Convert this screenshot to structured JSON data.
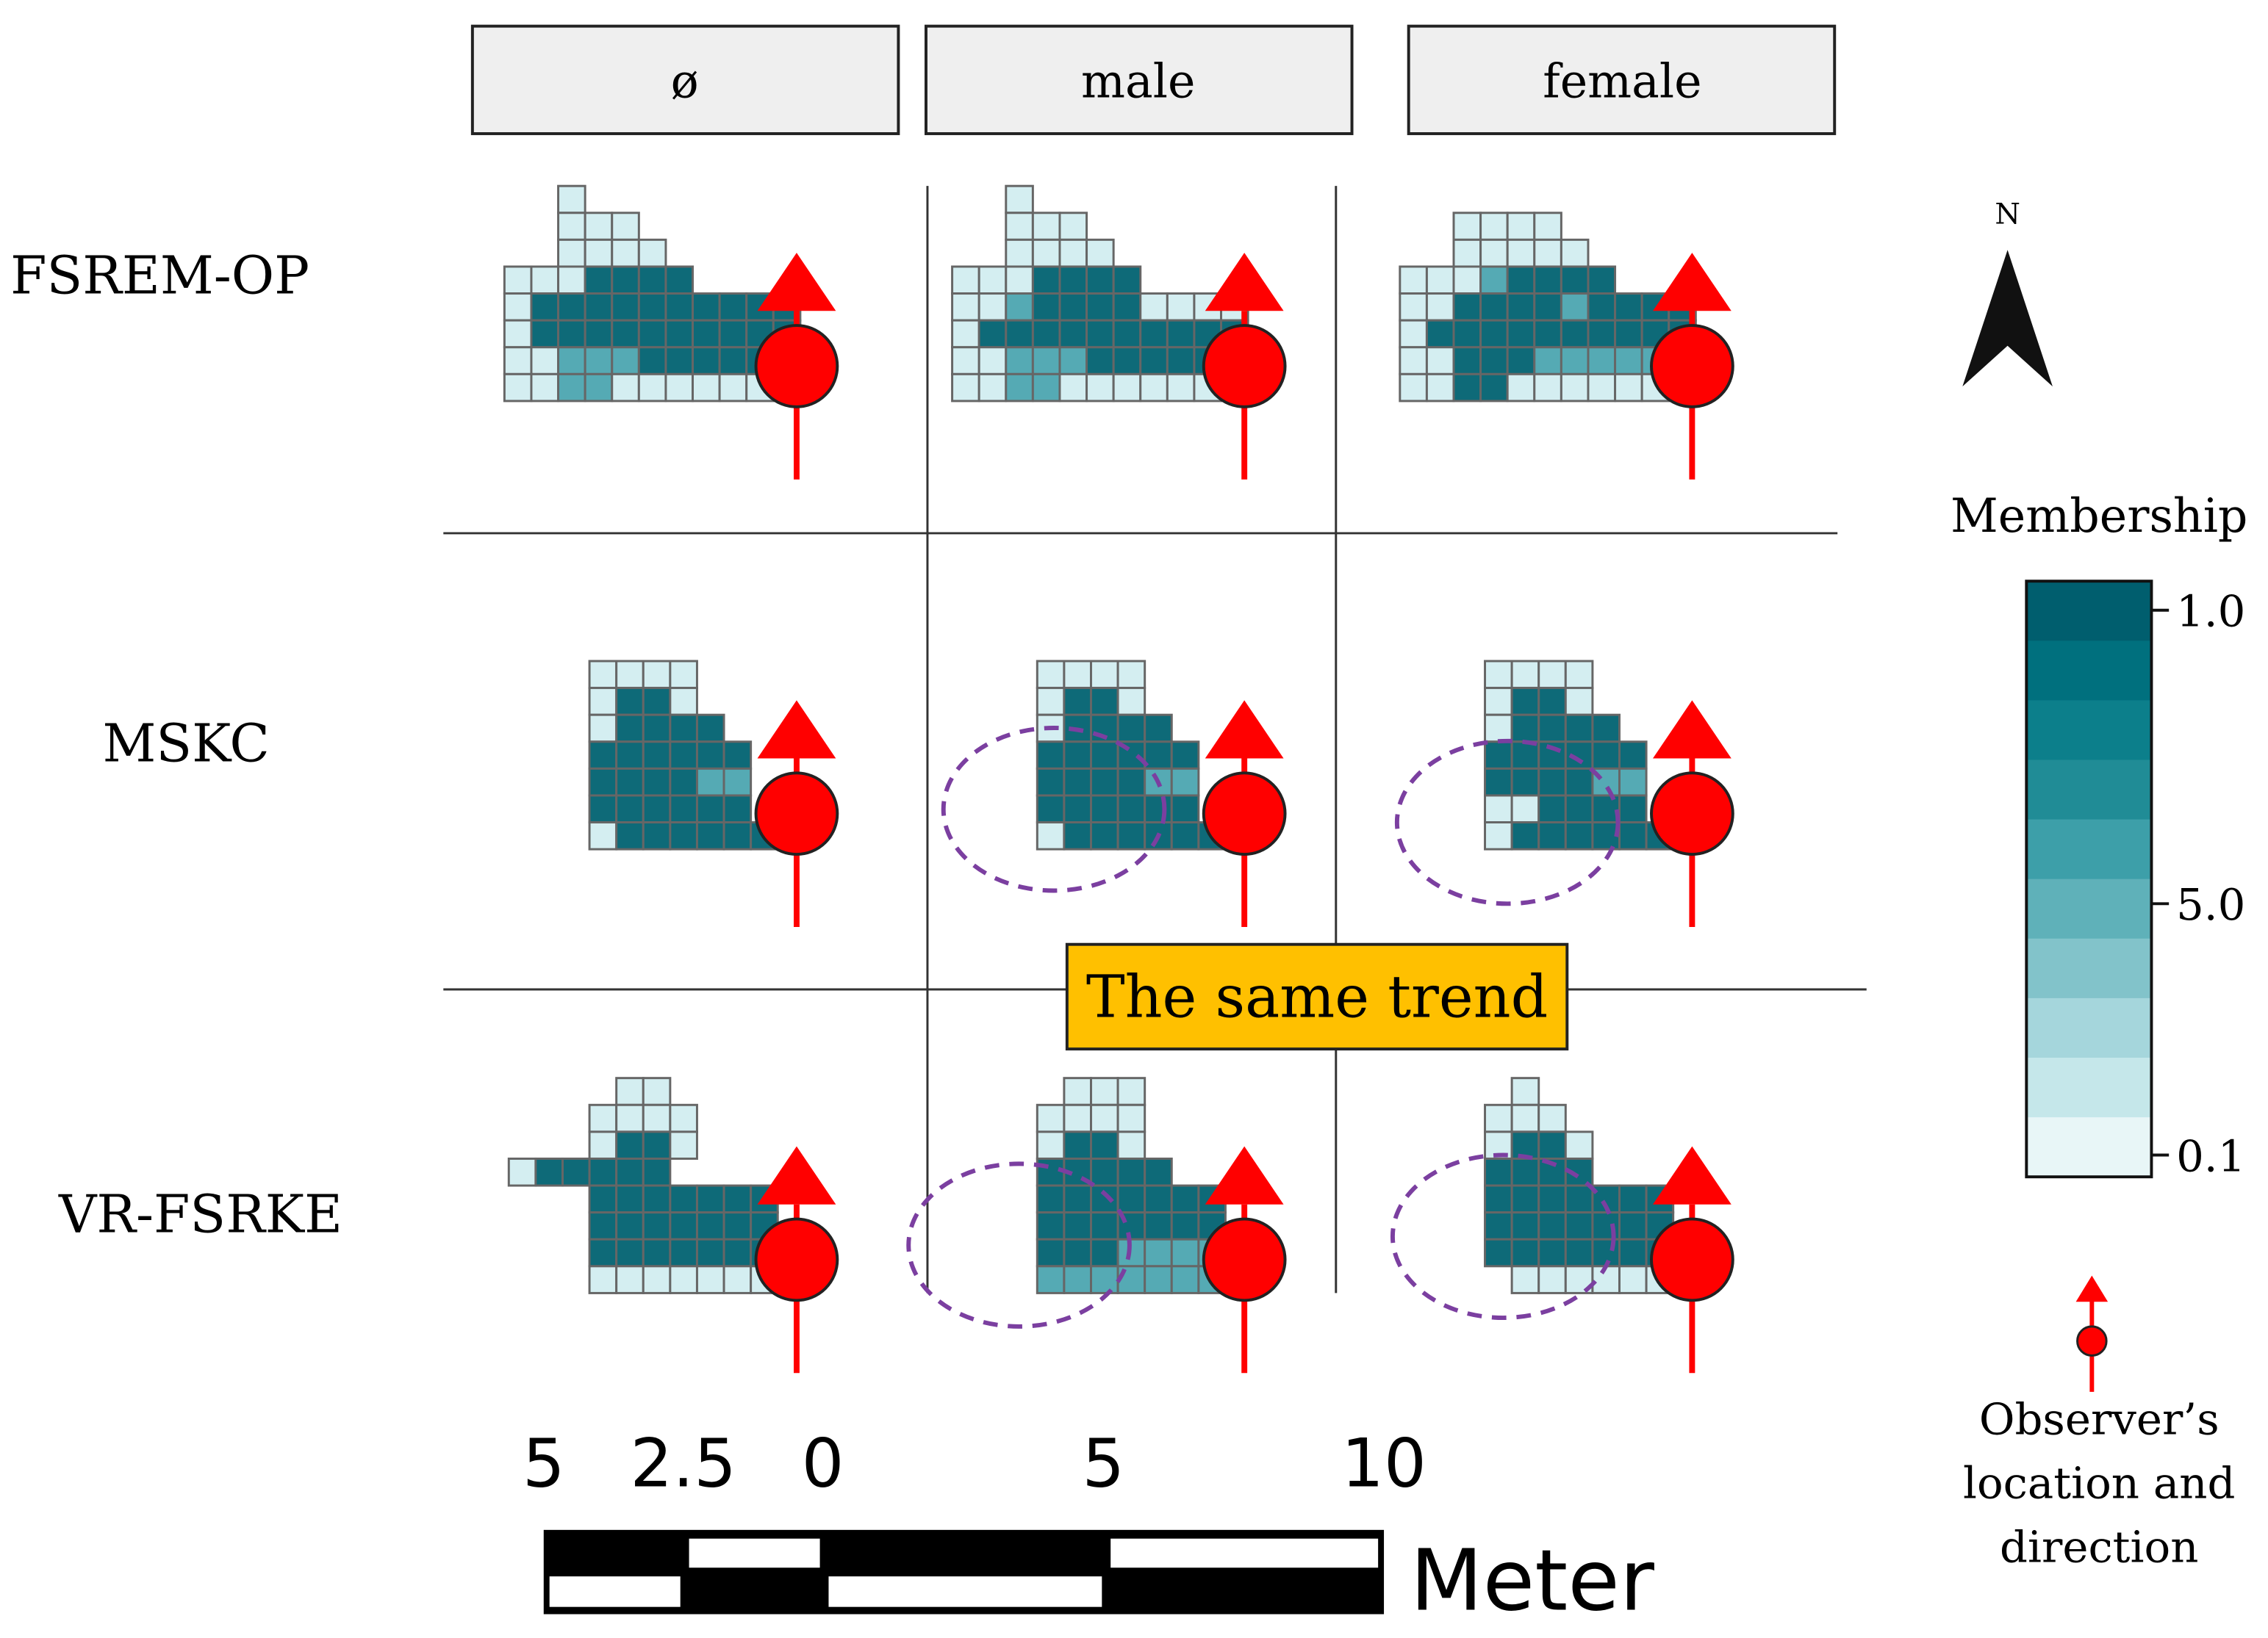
{
  "columns": [
    "ø",
    "male",
    "female"
  ],
  "rows": [
    "FSREM-OP",
    "MSKC",
    "VR-FSRKE"
  ],
  "annotation": "The same trend",
  "north_label": "N",
  "legend": {
    "title": "Membership",
    "ticks": [
      "1.0",
      "5.0",
      "0.1"
    ],
    "colors": [
      "#005e6e",
      "#00707e",
      "#0c7f8b",
      "#208c96",
      "#3d9fa9",
      "#5fb1b9",
      "#82c3ca",
      "#a5d6dc",
      "#c5e7ea",
      "#e8f6f7"
    ],
    "observer_lines": [
      "Observer’s",
      "location and",
      "direction"
    ]
  },
  "scale_bar": {
    "ticks": [
      "5",
      "2.5",
      "0",
      "5",
      "10"
    ],
    "unit": "Meter"
  },
  "colors": {
    "observer": "#ff0000",
    "ellipse": "#7b3fa0",
    "annotation_fill": "#ffc000",
    "cell_border": "#666666",
    "header_fill": "#efefef"
  },
  "patterns": {
    "fsrem_o": [
      "..0.....",
      "..000...",
      "..0000..",
      "0002222.",
      "02222222222",
      "02222222222",
      "0033322222",
      "0033000000"
    ],
    "fsrem_m": [
      "..0.....",
      "..000...",
      "..0000..",
      "0002222.",
      "00322220000",
      "02222222222",
      "0033322222",
      "0033000000"
    ],
    "fsrem_f": [
      "........",
      "..0000..",
      "..00000.",
      "00032222.",
      "00222232222",
      "02222222222",
      "00222333333",
      "0022000000"
    ],
    "mskc_o": [
      "...0000",
      "...0220",
      "...02222",
      "...222222",
      "...222233",
      "...222222..",
      "...0222222"
    ],
    "mskc_m": [
      "...0000",
      "...0220",
      "...02222",
      "...222222",
      "...222233",
      "...222222..",
      "...0222222"
    ],
    "mskc_f": [
      "...0000",
      "...0220",
      "...02222",
      "...222222",
      "...222233",
      "...002222..",
      "...0222222"
    ],
    "vr_o": [
      "....00",
      "...0000",
      "...0220",
      "022222",
      "...2222222",
      "...2222222",
      "...2222222",
      "...0000000"
    ],
    "vr_m": [
      "....000",
      "...0000",
      "...0220",
      "...22222",
      "...2222222",
      "...2222222",
      "...2223333",
      "...3333333"
    ],
    "vr_f": [
      "....0",
      "...000",
      "...0220",
      "...2222",
      "...2222222",
      "...2222222",
      "...2222222",
      "....000000"
    ]
  }
}
